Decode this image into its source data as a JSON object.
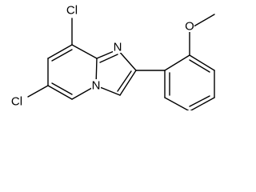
{
  "molecule": {
    "atoms": {
      "cl8": "Cl",
      "cl6": "Cl",
      "n_imidazole": "N",
      "n_bridgehead": "N",
      "o_methoxy": "O"
    }
  }
}
